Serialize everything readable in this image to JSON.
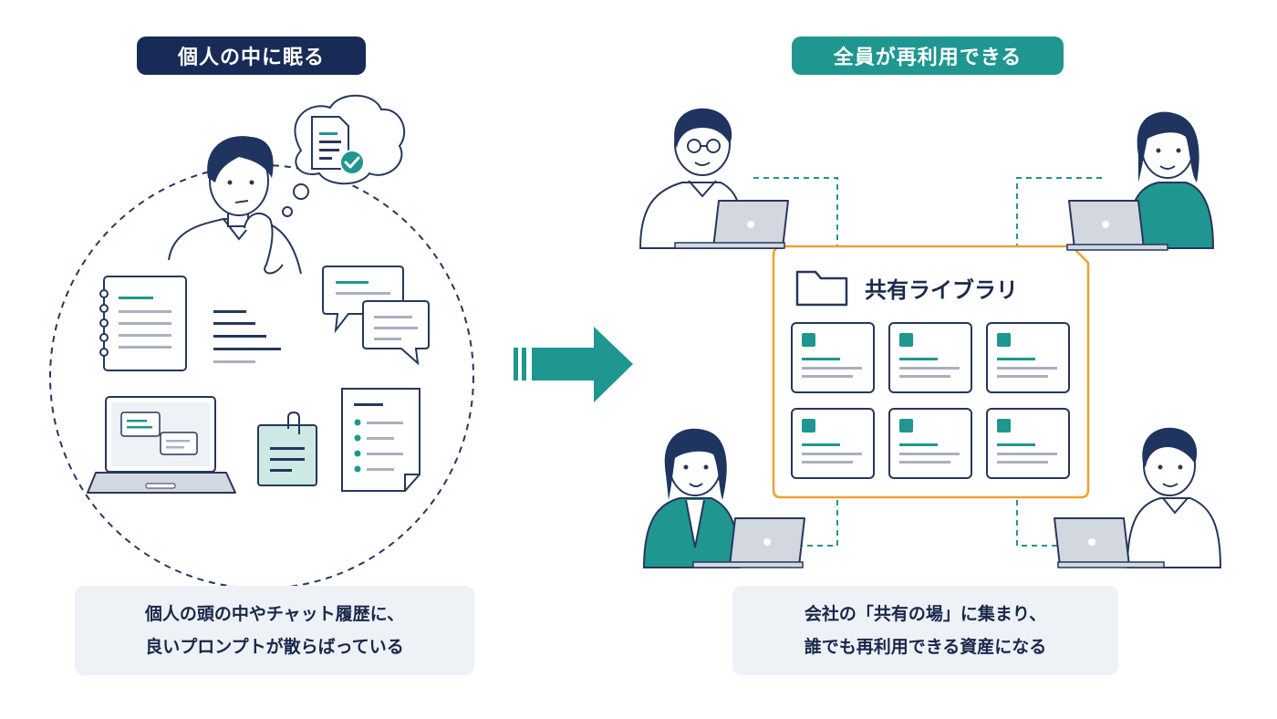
{
  "left_panel": {
    "badge": "個人の中に眠る",
    "caption_line1": "個人の頭の中やチャット履歴に、",
    "caption_line2": "良いプロンプトが散らばっている"
  },
  "right_panel": {
    "badge": "全員が再利用できる",
    "library_title": "共有ライブラリ",
    "caption_line1": "会社の「共有の場」に集まり、",
    "caption_line2": "誰でも再利用できる資産になる"
  },
  "colors": {
    "navy": "#172b56",
    "teal": "#1f9690",
    "orange": "#f0a030",
    "caption_bg": "#eef1f6"
  },
  "icons": [
    "thinking-person-icon",
    "thought-bubble-document-icon",
    "notebook-icon",
    "text-lines-icon",
    "chat-bubbles-icon",
    "laptop-chat-icon",
    "sticky-note-icon",
    "checklist-document-icon",
    "arrow-right-icon",
    "folder-icon",
    "library-card-icon",
    "person-with-laptop-icon"
  ]
}
